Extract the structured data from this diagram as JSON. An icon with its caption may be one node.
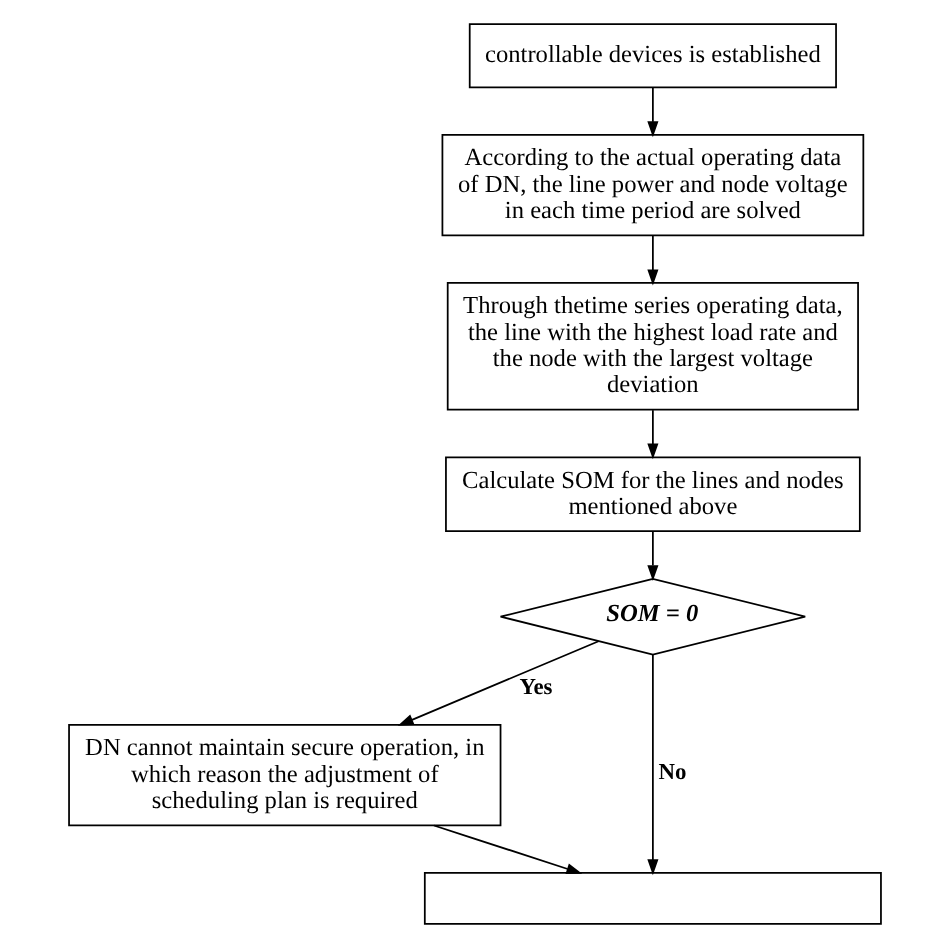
{
  "diagram": {
    "nodes": [
      {
        "text": [
          "controllable devices is established"
        ]
      },
      {
        "text": [
          "According to the actual operating data of DN, the line power and node voltage in each time period are solved"
        ]
      },
      {
        "text": [
          "Through thetime series operating data, the line with the highest load rate and the node with the largest voltage deviation"
        ]
      },
      {
        "text": [
          "Calculate SOM for the lines and nodes mentioned above"
        ]
      },
      {
        "text": [
          "SOM = 0"
        ]
      },
      {
        "text": [
          "DN cannot maintain secure operation, in which reason the adjustment of scheduling plan is required"
        ]
      },
      {
        "text": [],
        "shape": "box"
      }
    ],
    "edges": [
      {
        "from": 0,
        "to": 1,
        "arrow": "to"
      },
      {
        "from": 1,
        "to": 2,
        "arrow": "to"
      },
      {
        "from": 2,
        "to": 3,
        "arrow": "to"
      },
      {
        "from": 3,
        "to": 4,
        "arrow": "to"
      },
      {
        "from": 4,
        "to": 5,
        "arrow": "to",
        "label": "Yes"
      },
      {
        "from": 4,
        "to": 6,
        "arrow": "to",
        "label": "No"
      },
      {
        "from": 5,
        "to": 6,
        "arrow": "to"
      }
    ]
  }
}
